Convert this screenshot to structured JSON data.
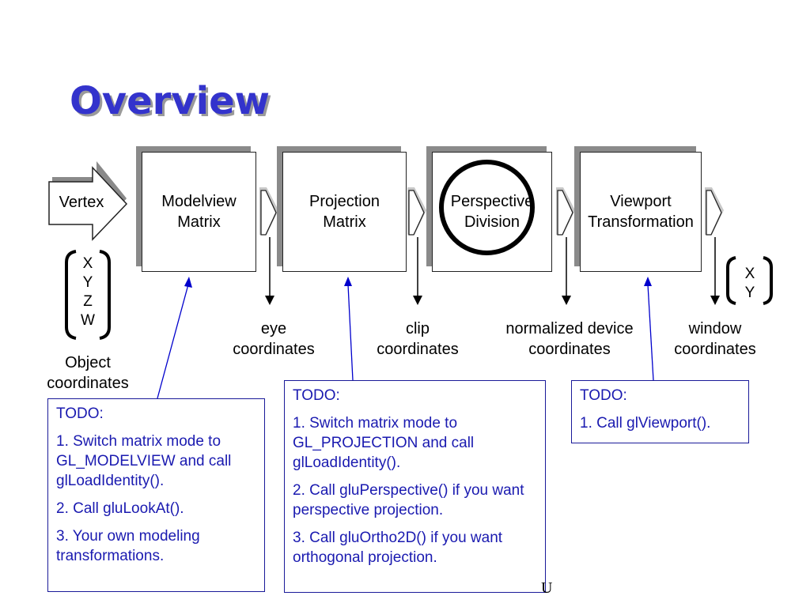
{
  "title": "Overview",
  "pipeline": {
    "vertex_label": "Vertex",
    "stages": [
      {
        "label": "Modelview\nMatrix"
      },
      {
        "label": "Projection\nMatrix"
      },
      {
        "label": "Perspective\nDivision"
      },
      {
        "label": "Viewport\nTransformation"
      }
    ],
    "outputs": [
      {
        "label": "eye\ncoordinates"
      },
      {
        "label": "clip\ncoordinates"
      },
      {
        "label": "normalized device\ncoordinates"
      },
      {
        "label": "window\ncoordinates"
      }
    ],
    "object_vector": "X\nY\nZ\nW",
    "object_label": "Object\ncoordinates",
    "window_vector": "X\nY"
  },
  "todos": [
    {
      "header": "TODO:",
      "items": [
        "1. Switch matrix mode to GL_MODELVIEW and call glLoadIdentity().",
        "2. Call gluLookAt().",
        "3. Your own modeling transformations."
      ]
    },
    {
      "header": "TODO:",
      "items": [
        "1. Switch matrix mode to GL_PROJECTION and call glLoadIdentity().",
        "2. Call gluPerspective() if you want perspective projection.",
        "3. Call gluOrtho2D() if you want orthogonal projection."
      ]
    },
    {
      "header": "TODO:",
      "items": [
        "1. Call glViewport()."
      ]
    }
  ],
  "footer_fragment": "U",
  "colors": {
    "title": "#3333cc",
    "todo_text": "#1a1ab0",
    "todo_border": "#1a1a99",
    "pointer": "#0000cc"
  }
}
